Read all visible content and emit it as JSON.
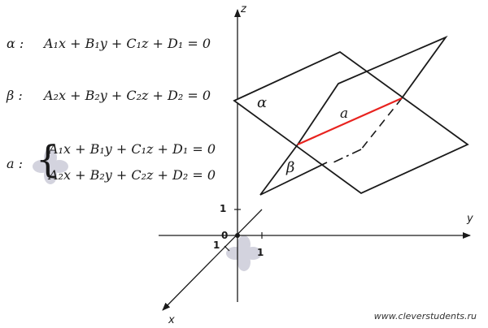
{
  "equations": {
    "alpha_label": "α :",
    "alpha_eq": "A₁x + B₁y + C₁z + D₁ = 0",
    "beta_label": "β :",
    "beta_eq": "A₂x + B₂y + C₂z + D₂ = 0",
    "line_label": "a :",
    "system_eq1": "A₁x + B₁y + C₁z + D₁ = 0",
    "system_eq2": "A₂x + B₂y + C₂z + D₂ = 0"
  },
  "diagram": {
    "axis_z": "z",
    "axis_y": "y",
    "axis_x": "x",
    "origin": "0",
    "tick_z": "1",
    "tick_y": "1",
    "tick_x": "1",
    "plane_alpha": "α",
    "plane_beta": "β",
    "line_a": "a"
  },
  "colors": {
    "line": "#1a1a1a",
    "intersection": "#e8231f",
    "watermark_icon": "#b9b9c9"
  },
  "watermark": "www.cleverstudents.ru"
}
